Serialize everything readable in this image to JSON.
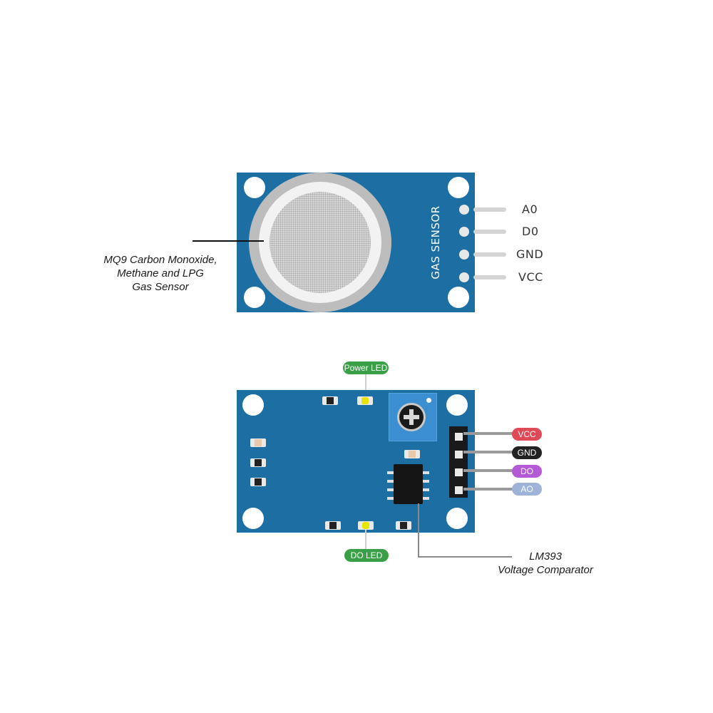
{
  "top_board": {
    "silkscreen": "GAS SENSOR",
    "pins": [
      "A0",
      "D0",
      "GND",
      "VCC"
    ],
    "callout": [
      "MQ9 Carbon Monoxide,",
      "Methane and LPG",
      "Gas Sensor"
    ]
  },
  "bottom_board": {
    "power_led_label": "Power LED",
    "do_led_label": "DO LED",
    "pins": [
      {
        "label": "VCC",
        "color": "#e04a57"
      },
      {
        "label": "GND",
        "color": "#222222"
      },
      {
        "label": "DO",
        "color": "#b45ad6"
      },
      {
        "label": "AO",
        "color": "#9fb3d9"
      }
    ],
    "chip_callout": [
      "LM393",
      "Voltage Comparator"
    ]
  },
  "colors": {
    "pcb": "#1d6fa3",
    "led_pill": "#3aa047"
  }
}
